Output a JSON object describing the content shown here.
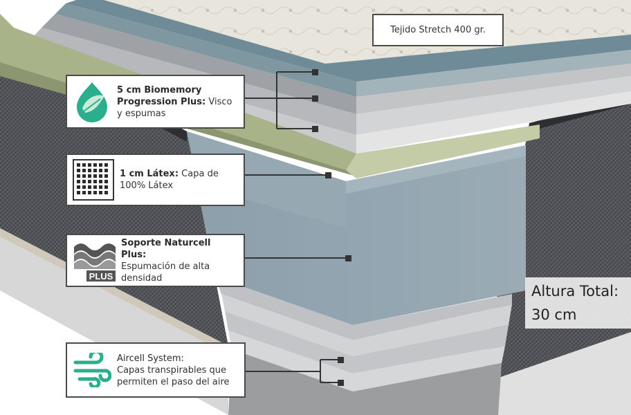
{
  "labels": {
    "top_fabric": "Tejido Stretch 400 gr.",
    "biomemory_title": "5 cm Biomemory Progression Plus:",
    "biomemory_desc": "Visco y espumas",
    "latex_title": "1 cm Látex:",
    "latex_desc": "Capa de 100% Látex",
    "naturcell_title": "Soporte Naturcell Plus:",
    "naturcell_desc": "Espumación de alta densidad",
    "naturcell_badge": "PLUS",
    "aircell_title": "Aircell System:",
    "aircell_desc": "Capas transpirables que permiten el paso del aire"
  },
  "height": {
    "label": "Altura Total:",
    "value": "30 cm"
  },
  "icons": {
    "biomemory": "green-leaf-drop-icon",
    "latex": "latex-grid-icon",
    "naturcell": "wave-foam-plus-icon",
    "aircell": "airflow-wind-icon"
  },
  "colors": {
    "accent_green": "#2aae8e",
    "latex_layer": "#b7c09a",
    "support_foam": "#8ea0ab",
    "fabric_gray": "#5b5c60",
    "callout_border": "#4a4a4a"
  }
}
